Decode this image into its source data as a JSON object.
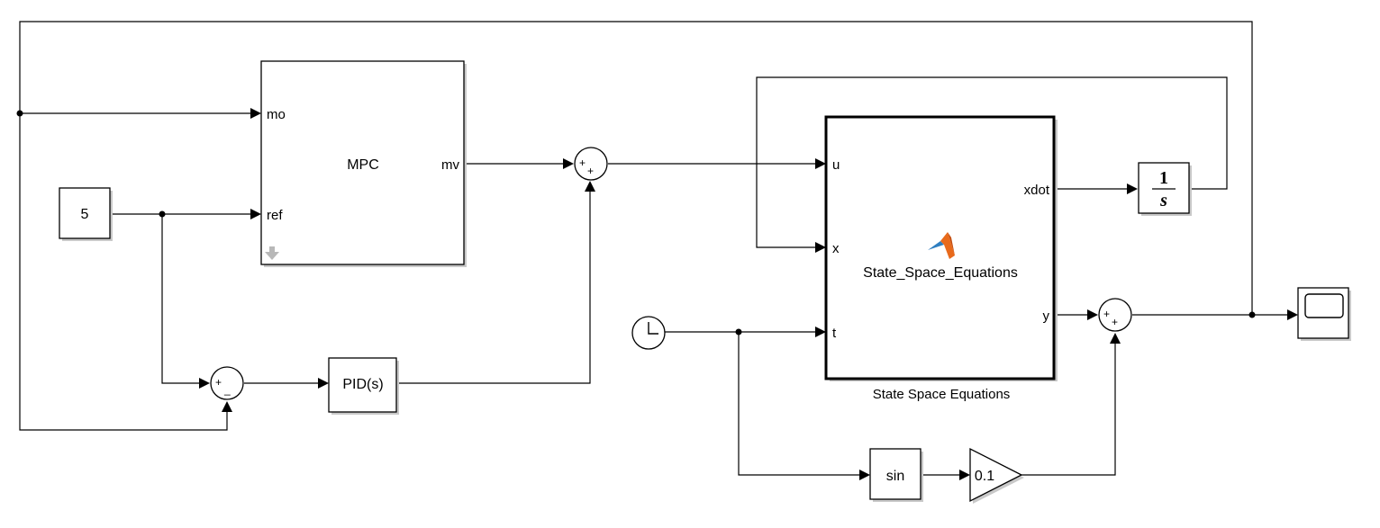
{
  "blocks": {
    "constant": {
      "value": "5"
    },
    "mpc": {
      "name": "MPC",
      "ports_in": [
        "mo",
        "ref"
      ],
      "port_out": "mv"
    },
    "sum_mpc_pid": {
      "signs": [
        "+",
        "+"
      ]
    },
    "sum_ref": {
      "signs": [
        "+",
        "_"
      ]
    },
    "pid": {
      "label": "PID(s)"
    },
    "state_space": {
      "function": "State_Space_Equations",
      "caption": "State Space Equations",
      "ports_in": [
        "u",
        "x",
        "t"
      ],
      "ports_out": [
        "xdot",
        "y"
      ],
      "icon": "matlab-function-icon"
    },
    "integrator": {
      "numerator": "1",
      "denominator": "s"
    },
    "sum_out": {
      "signs": [
        "+",
        "+"
      ]
    },
    "clock": {
      "icon": "clock-icon"
    },
    "sin": {
      "label": "sin"
    },
    "gain": {
      "value": "0.1"
    },
    "scope": {
      "icon": "scope-icon"
    }
  },
  "colors": {
    "wire": "#000000",
    "block_fill": "#ffffff",
    "block_shadow": "#c9c9c9",
    "matlab_orange": "#e86a1c",
    "matlab_blue": "#2f7fc1"
  }
}
